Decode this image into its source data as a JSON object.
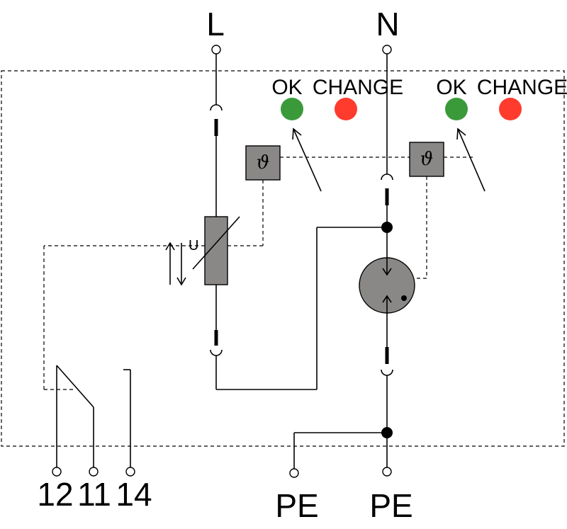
{
  "terminals": {
    "line": "L",
    "neutral": "N",
    "pe_left": "PE",
    "pe_right": "PE",
    "contact_12": "12",
    "contact_11": "11",
    "contact_14": "14"
  },
  "indicators": {
    "left": {
      "ok_label": "OK",
      "change_label": "CHANGE",
      "ok_color": "#3a9a3a",
      "change_color": "#ff3b2e"
    },
    "right": {
      "ok_label": "OK",
      "change_label": "CHANGE",
      "ok_color": "#3a9a3a",
      "change_color": "#ff3b2e"
    }
  },
  "symbols": {
    "thermal_left": "ϑ",
    "thermal_right": "ϑ",
    "varistor_u": "U"
  },
  "colors": {
    "component_gray": "#8a8887",
    "line": "#000000"
  }
}
